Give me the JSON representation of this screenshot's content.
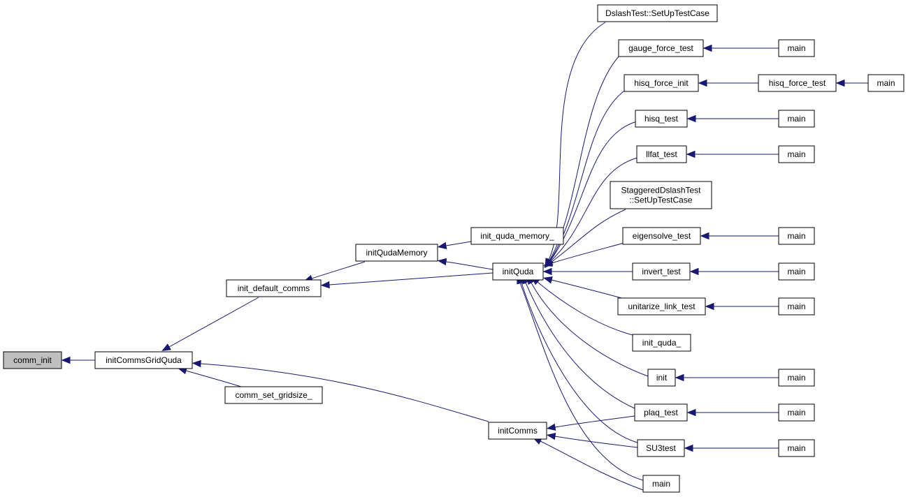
{
  "colors": {
    "edge": "#191970",
    "root_fill": "#bfbfbf",
    "node_fill": "#ffffff",
    "node_stroke": "#000000"
  },
  "nodes": {
    "comm_init": [
      "comm_init"
    ],
    "initCommsGridQuda": [
      "initCommsGridQuda"
    ],
    "init_default_comms": [
      "init_default_comms"
    ],
    "comm_set_gridsize_": [
      "comm_set_gridsize_"
    ],
    "initQudaMemory": [
      "initQudaMemory"
    ],
    "init_quda_memory_": [
      "init_quda_memory_"
    ],
    "initQuda": [
      "initQuda"
    ],
    "initComms": [
      "initComms"
    ],
    "DslashTest_SetUpTestCase": [
      "DslashTest::SetUpTestCase"
    ],
    "gauge_force_test": [
      "gauge_force_test"
    ],
    "hisq_force_init": [
      "hisq_force_init"
    ],
    "hisq_force_test": [
      "hisq_force_test"
    ],
    "hisq_test": [
      "hisq_test"
    ],
    "llfat_test": [
      "llfat_test"
    ],
    "StaggeredDslashTest_SetUpTestCase": [
      "StaggeredDslashTest",
      "::SetUpTestCase"
    ],
    "eigensolve_test": [
      "eigensolve_test"
    ],
    "invert_test": [
      "invert_test"
    ],
    "unitarize_link_test": [
      "unitarize_link_test"
    ],
    "init_quda_": [
      "init_quda_"
    ],
    "init": [
      "init"
    ],
    "plaq_test": [
      "plaq_test"
    ],
    "SU3test": [
      "SU3test"
    ],
    "main_bottom": [
      "main"
    ],
    "main_gauge": [
      "main"
    ],
    "main_hisq_force": [
      "main"
    ],
    "main_hisq": [
      "main"
    ],
    "main_llfat": [
      "main"
    ],
    "main_eigensolve": [
      "main"
    ],
    "main_invert": [
      "main"
    ],
    "main_unitarize": [
      "main"
    ],
    "main_init": [
      "main"
    ],
    "main_plaq": [
      "main"
    ],
    "main_su3": [
      "main"
    ]
  },
  "edges": [
    [
      "initCommsGridQuda",
      "comm_init"
    ],
    [
      "init_default_comms",
      "initCommsGridQuda"
    ],
    [
      "comm_set_gridsize_",
      "initCommsGridQuda"
    ],
    [
      "initComms",
      "initCommsGridQuda"
    ],
    [
      "initQudaMemory",
      "init_default_comms"
    ],
    [
      "initQuda",
      "init_default_comms"
    ],
    [
      "init_quda_memory_",
      "initQudaMemory"
    ],
    [
      "initQuda",
      "initQudaMemory"
    ],
    [
      "DslashTest_SetUpTestCase",
      "initQuda"
    ],
    [
      "gauge_force_test",
      "initQuda"
    ],
    [
      "hisq_force_init",
      "initQuda"
    ],
    [
      "hisq_test",
      "initQuda"
    ],
    [
      "llfat_test",
      "initQuda"
    ],
    [
      "StaggeredDslashTest_SetUpTestCase",
      "initQuda"
    ],
    [
      "eigensolve_test",
      "initQuda"
    ],
    [
      "invert_test",
      "initQuda"
    ],
    [
      "unitarize_link_test",
      "initQuda"
    ],
    [
      "init_quda_",
      "initQuda"
    ],
    [
      "init",
      "initQuda"
    ],
    [
      "plaq_test",
      "initQuda"
    ],
    [
      "SU3test",
      "initQuda"
    ],
    [
      "main_bottom",
      "initQuda"
    ],
    [
      "plaq_test",
      "initComms"
    ],
    [
      "SU3test",
      "initComms"
    ],
    [
      "main_bottom",
      "initComms"
    ],
    [
      "main_gauge",
      "gauge_force_test"
    ],
    [
      "hisq_force_test",
      "hisq_force_init"
    ],
    [
      "main_hisq_force",
      "hisq_force_test"
    ],
    [
      "main_hisq",
      "hisq_test"
    ],
    [
      "main_llfat",
      "llfat_test"
    ],
    [
      "main_eigensolve",
      "eigensolve_test"
    ],
    [
      "main_invert",
      "invert_test"
    ],
    [
      "main_unitarize",
      "unitarize_link_test"
    ],
    [
      "main_init",
      "init"
    ],
    [
      "main_plaq",
      "plaq_test"
    ],
    [
      "main_su3",
      "SU3test"
    ]
  ]
}
